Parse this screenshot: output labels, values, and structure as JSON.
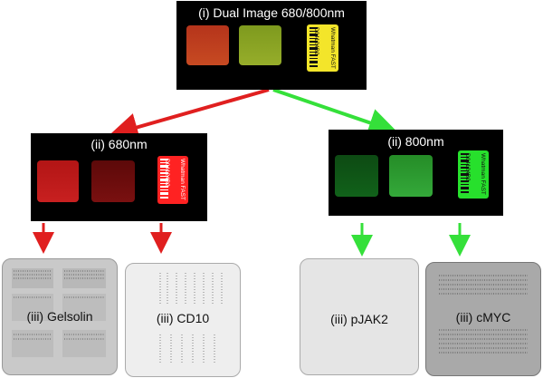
{
  "top_panel": {
    "title": "(i) Dual Image 680/800nm",
    "strip_text_1": "Whatman FAST",
    "strip_text_2": "D04124B2",
    "colors": {
      "left": "#c0391e",
      "right": "#8aa321",
      "strip": "#f3e52a"
    }
  },
  "left_panel": {
    "title": "(ii) 680nm",
    "strip_text_1": "Whatman FAST",
    "strip_text_2": "D04124B2",
    "colors": {
      "square1": "#c41818",
      "square2": "#6a0c0c",
      "strip": "#ff2222"
    }
  },
  "right_panel": {
    "title": "(ii) 800nm",
    "strip_text_1": "Whatman FAST",
    "strip_text_2": "D04124B2",
    "colors": {
      "square1": "#0f5a16",
      "square2": "#2b9d2c",
      "strip": "#27e02c"
    }
  },
  "slides": [
    {
      "label": "(iii) Gelsolin",
      "tone": "#c9c9c9"
    },
    {
      "label": "(iii) CD10",
      "tone": "#eeeeee"
    },
    {
      "label": "(iii) pJAK2",
      "tone": "#e5e5e5"
    },
    {
      "label": "(iii) cMYC",
      "tone": "#a9a9a9"
    }
  ],
  "arrow_colors": {
    "red": "#e01f1f",
    "green": "#35e03a"
  }
}
